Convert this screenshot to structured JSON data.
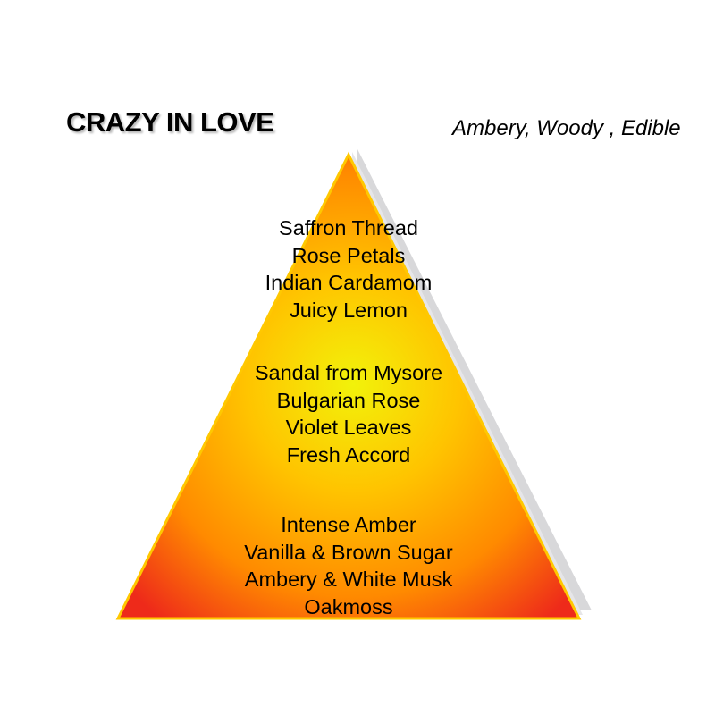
{
  "title": "CRAZY IN LOVE",
  "subtitle": "Ambery, Woody , Edible",
  "pyramid": {
    "colors": {
      "center": "#f2f20a",
      "mid": "#ffb000",
      "edge": "#ff7a00",
      "corner": "#ee2a1a",
      "outline": "#ffc800",
      "shadow": "#d8d8da"
    },
    "tiers": [
      {
        "name": "top",
        "notes": [
          "Saffron Thread",
          "Rose Petals",
          "Indian Cardamom",
          "Juicy Lemon"
        ]
      },
      {
        "name": "middle",
        "notes": [
          "Sandal from Mysore",
          "Bulgarian Rose",
          "Violet Leaves",
          "Fresh Accord"
        ]
      },
      {
        "name": "base",
        "notes": [
          "Intense Amber",
          "Vanilla & Brown Sugar",
          "Ambery & White Musk",
          "Oakmoss"
        ]
      }
    ]
  }
}
